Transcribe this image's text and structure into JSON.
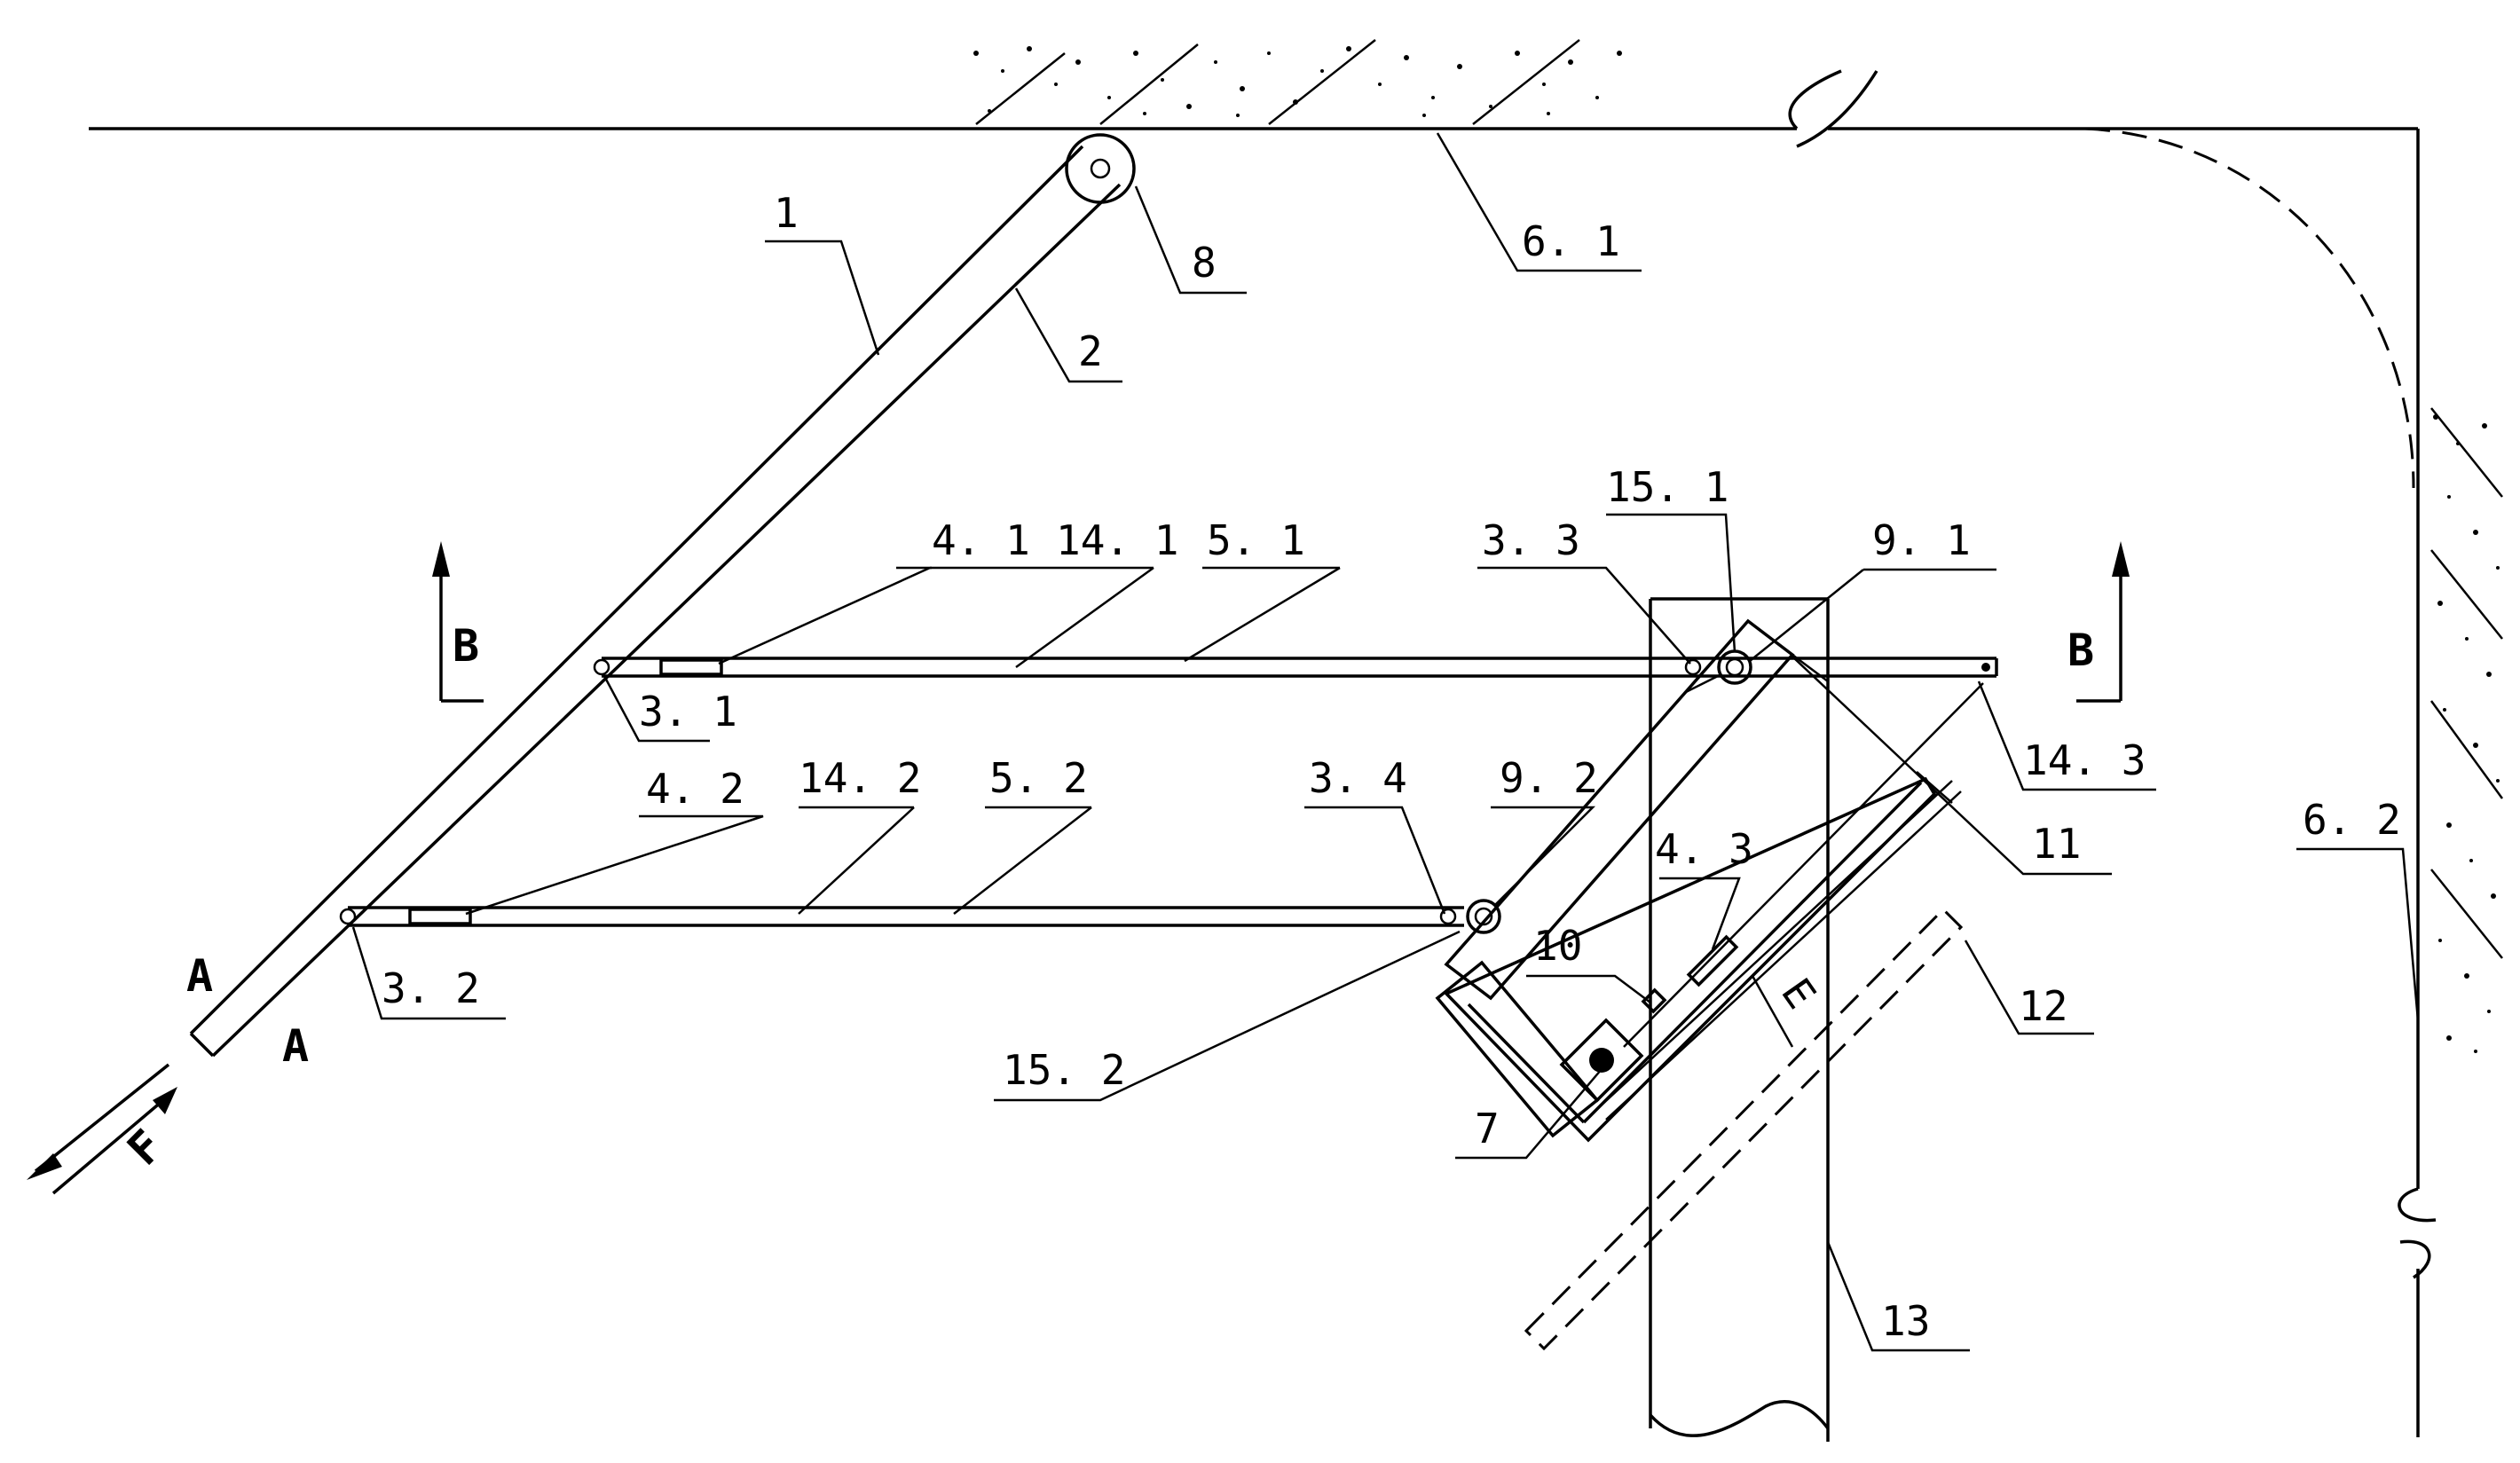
{
  "labels": {
    "l1": "1",
    "l2": "2",
    "l8": "8",
    "l61": "6. 1",
    "l62": "6. 2",
    "l41": "4. 1",
    "l141": "14. 1",
    "l51": "5. 1",
    "l33": "3. 3",
    "l151": "15. 1",
    "l91": "9. 1",
    "l31": "3. 1",
    "l42": "4. 2",
    "l142": "14. 2",
    "l52": "5. 2",
    "l34": "3. 4",
    "l92": "9. 2",
    "l143": "14. 3",
    "l11": "11",
    "l43": "4. 3",
    "l10": "10",
    "l12": "12",
    "l32": "3. 2",
    "l152": "15. 2",
    "l7": "7",
    "l13": "13",
    "lE": "E",
    "lF": "F",
    "lA1": "A",
    "lA2": "A",
    "lB1": "B",
    "lB2": "B"
  }
}
